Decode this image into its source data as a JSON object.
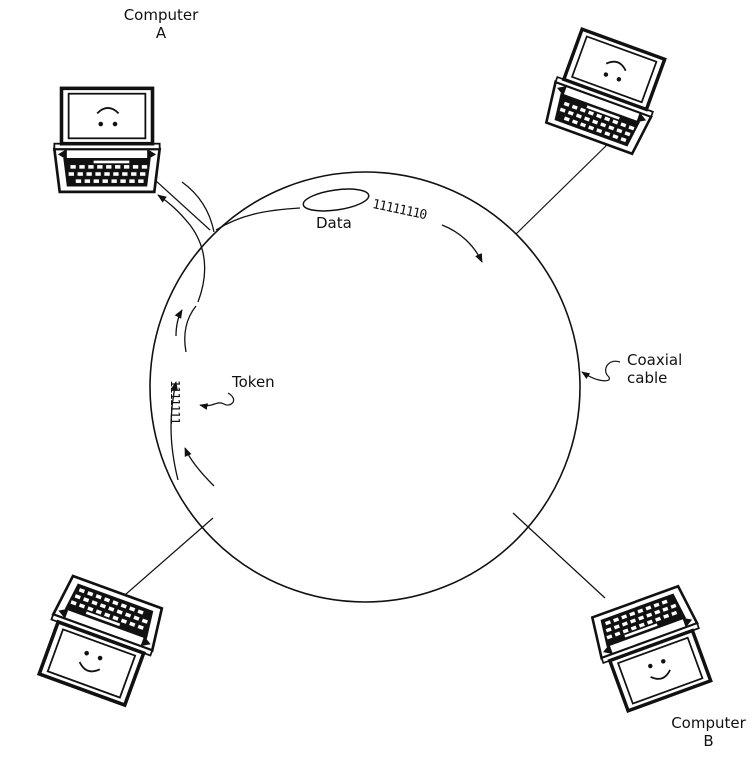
{
  "labels": {
    "computer_a_line1": "Computer",
    "computer_a_line2": "A",
    "computer_b_line1": "Computer",
    "computer_b_line2": "B",
    "data": "Data",
    "data_bits": "11111110",
    "token": "Token",
    "token_bits": "1111111",
    "coax_line1": "Coaxial",
    "coax_line2": "cable"
  },
  "icons": {
    "laptop": "laptop-icon",
    "smiley": "smiley-face-icon"
  }
}
